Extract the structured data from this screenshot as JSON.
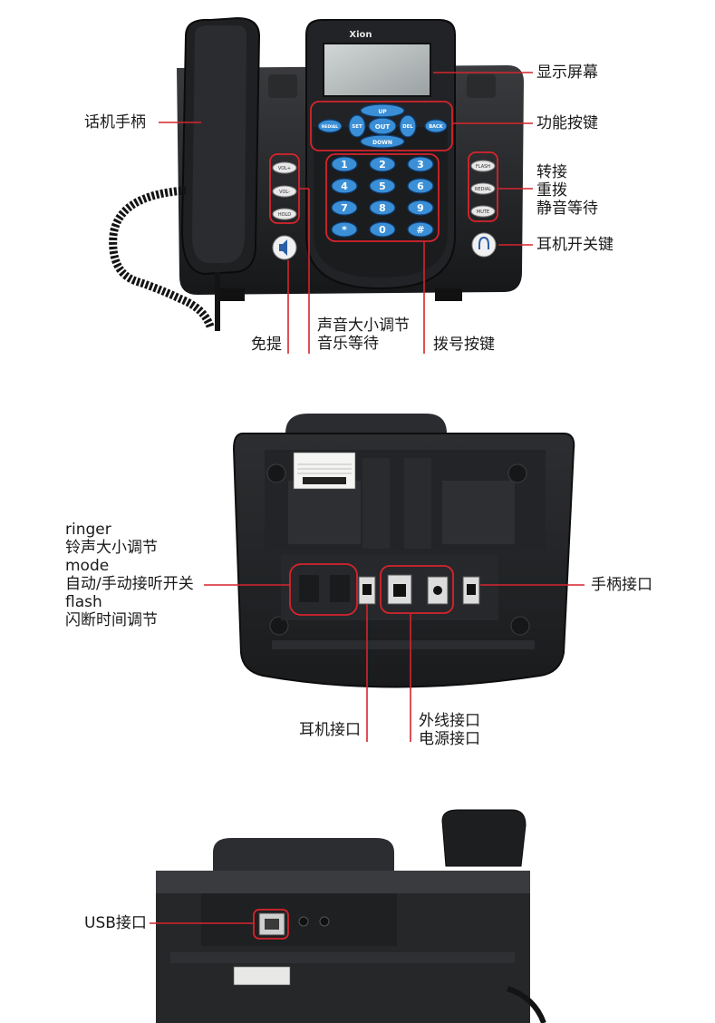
{
  "brand": "Xion",
  "keypad": {
    "nav": {
      "up": "UP",
      "down": "DOWN",
      "set": "SET",
      "del": "DEL",
      "out": "OUT",
      "redial": "REDIAL",
      "back": "BACK"
    },
    "digits": [
      "1",
      "2",
      "3",
      "4",
      "5",
      "6",
      "7",
      "8",
      "9",
      "*",
      "0",
      "#"
    ],
    "left_buttons": [
      "VOL+",
      "VOL-",
      "HOLD"
    ],
    "right_buttons": [
      "FLASH",
      "REDIAL",
      "MUTE"
    ]
  },
  "front_labels": {
    "display": "显示屏幕",
    "function_keys": "功能按键",
    "handset": "话机手柄",
    "transfer_lines": [
      "转接",
      "重拨",
      "静音等待"
    ],
    "headset_switch": "耳机开关键",
    "speaker": "免提",
    "volume_lines": [
      "声音大小调节",
      "音乐等待"
    ],
    "dial_keys": "拨号按键"
  },
  "back_labels": {
    "switch_lines": [
      "ringer",
      "铃声大小调节",
      "mode",
      "自动/手动接听开关",
      "flash",
      "闪断时间调节"
    ],
    "handset_port": "手柄接口",
    "headset_port": "耳机接口",
    "line_power_lines": [
      "外线接口",
      "电源接口"
    ]
  },
  "side_labels": {
    "usb_port": "USB接口"
  }
}
